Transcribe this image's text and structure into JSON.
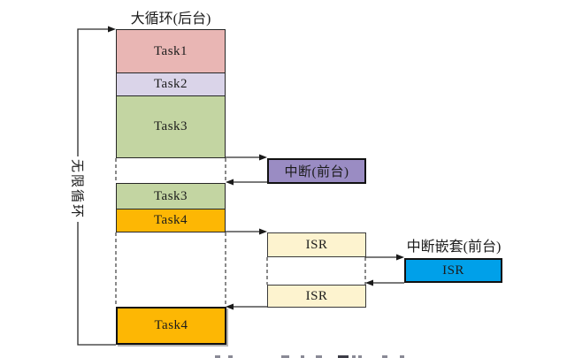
{
  "diagram": {
    "title": "大循环(后台)",
    "infinite_loop_label": "无限循环",
    "background_tasks": [
      {
        "label": "Task1",
        "color": "#e9b6b4"
      },
      {
        "label": "Task2",
        "color": "#dad4e9"
      },
      {
        "label": "Task3",
        "color": "#c3d5a2"
      },
      {
        "label": "Task3",
        "color": "#c3d5a2"
      },
      {
        "label": "Task4",
        "color": "#fdb704"
      },
      {
        "label": "Task4",
        "color": "#fdb704"
      }
    ],
    "interrupt": {
      "label": "中断(前台)",
      "color": "#9a8cc3"
    },
    "isr_level1": [
      {
        "label": "ISR",
        "color": "#fdf3cf"
      },
      {
        "label": "ISR",
        "color": "#fdf3cf"
      }
    ],
    "nested_interrupt": {
      "title": "中断嵌套(前台)",
      "isr": {
        "label": "ISR",
        "color": "#00a0e9"
      }
    },
    "line_color": "#2a2a2a"
  }
}
